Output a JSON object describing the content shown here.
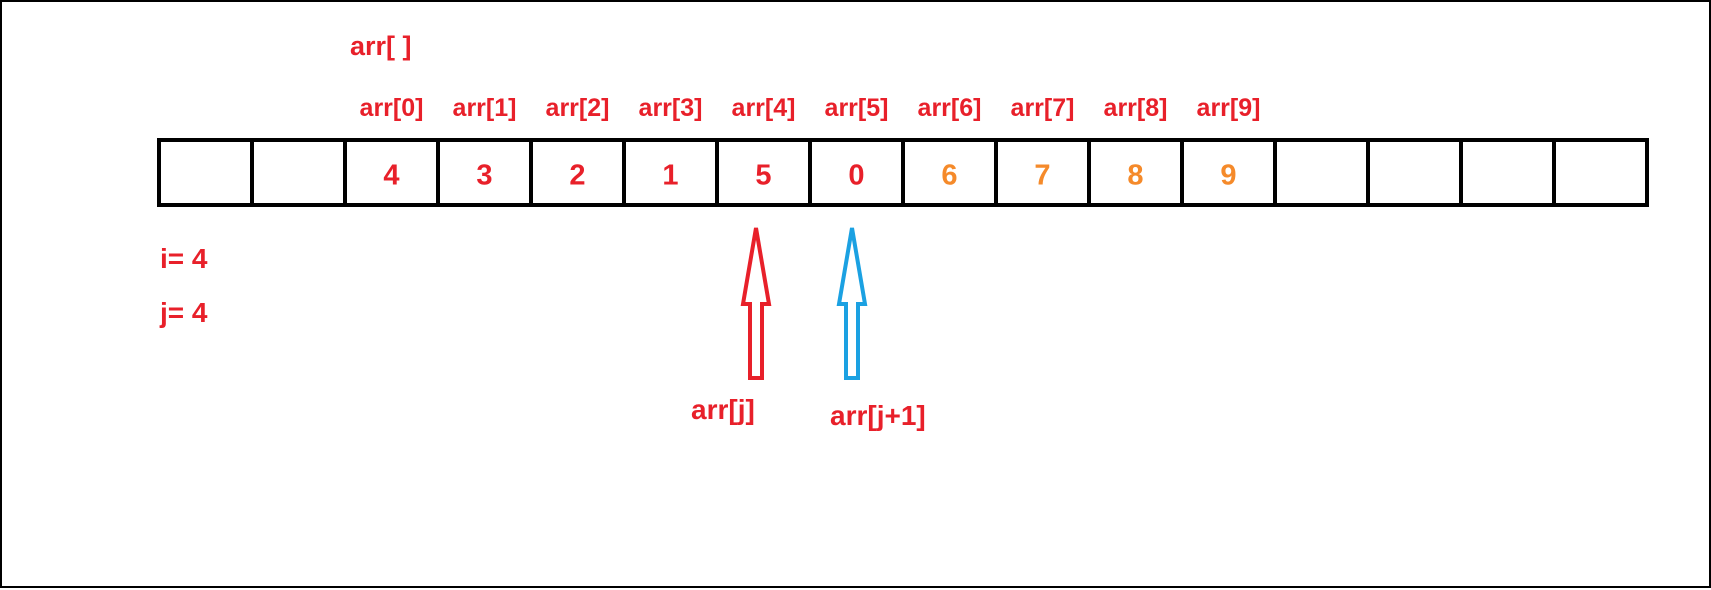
{
  "array_name": "arr[ ]",
  "index_labels": [
    "arr[0]",
    "arr[1]",
    "arr[2]",
    "arr[3]",
    "arr[4]",
    "arr[5]",
    "arr[6]",
    "arr[7]",
    "arr[8]",
    "arr[9]"
  ],
  "cells": [
    {
      "value": ""
    },
    {
      "value": ""
    },
    {
      "value": "4",
      "color": "#e8202a"
    },
    {
      "value": "3",
      "color": "#e8202a"
    },
    {
      "value": "2",
      "color": "#e8202a"
    },
    {
      "value": "1",
      "color": "#e8202a"
    },
    {
      "value": "5",
      "color": "#e8202a"
    },
    {
      "value": "0",
      "color": "#e8202a"
    },
    {
      "value": "6",
      "color": "#f58a2a"
    },
    {
      "value": "7",
      "color": "#f58a2a"
    },
    {
      "value": "8",
      "color": "#f58a2a"
    },
    {
      "value": "9",
      "color": "#f58a2a"
    },
    {
      "value": ""
    },
    {
      "value": ""
    },
    {
      "value": ""
    },
    {
      "value": ""
    }
  ],
  "variables": {
    "i": "i= 4",
    "j": "j=  4"
  },
  "pointers": {
    "j": {
      "label": "arr[j]",
      "color": "#e8202a"
    },
    "j_plus_1": {
      "label": "arr[j+1]",
      "color": "#1ba1e2"
    }
  },
  "colors": {
    "label_red": "#e8202a",
    "sorted_orange": "#f58a2a",
    "pointer_blue": "#1ba1e2",
    "border": "#000000"
  }
}
